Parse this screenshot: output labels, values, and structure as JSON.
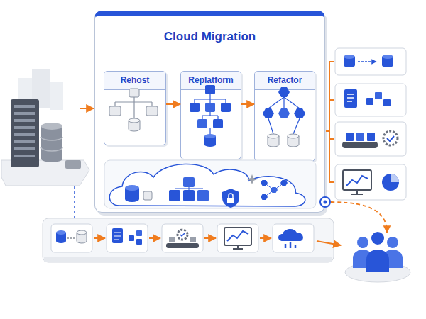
{
  "diagram": {
    "nodes": [
      {
        "text": [
          "Cloud Migration"
        ]
      },
      {
        "text": [
          "Rehost"
        ],
        "in": 0
      },
      {
        "text": [
          "Replatform"
        ],
        "in": 0
      },
      {
        "text": [
          "Refactor"
        ],
        "in": 0
      }
    ],
    "edges": [
      {
        "from": 1,
        "to": 2,
        "arrow": "to"
      },
      {
        "from": 2,
        "to": 3,
        "arrow": "to"
      }
    ]
  }
}
